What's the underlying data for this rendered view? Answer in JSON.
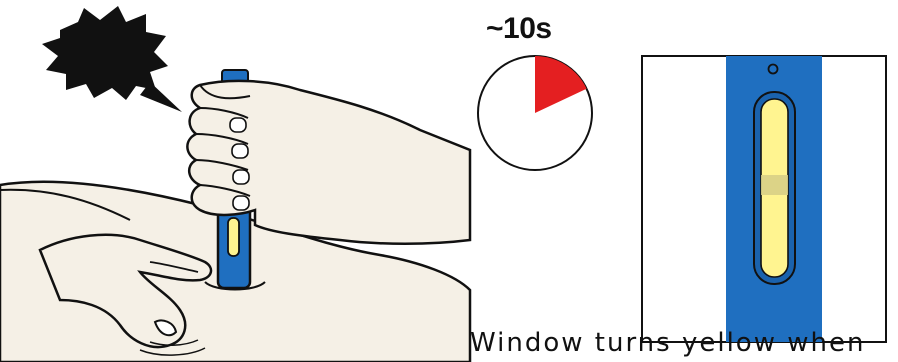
{
  "timer": {
    "label": "~10s",
    "elapsed_fraction": 0.18,
    "accent_color": "#e41f21"
  },
  "caption": {
    "text": "Window turns yellow when"
  },
  "colors": {
    "pen_blue": "#1f6fc0",
    "window_yellow": "#fff490",
    "skin": "#f5f0e6",
    "outline": "#111111"
  },
  "icons": {
    "burst": "click-burst-icon",
    "timer": "clock-timer-icon"
  }
}
